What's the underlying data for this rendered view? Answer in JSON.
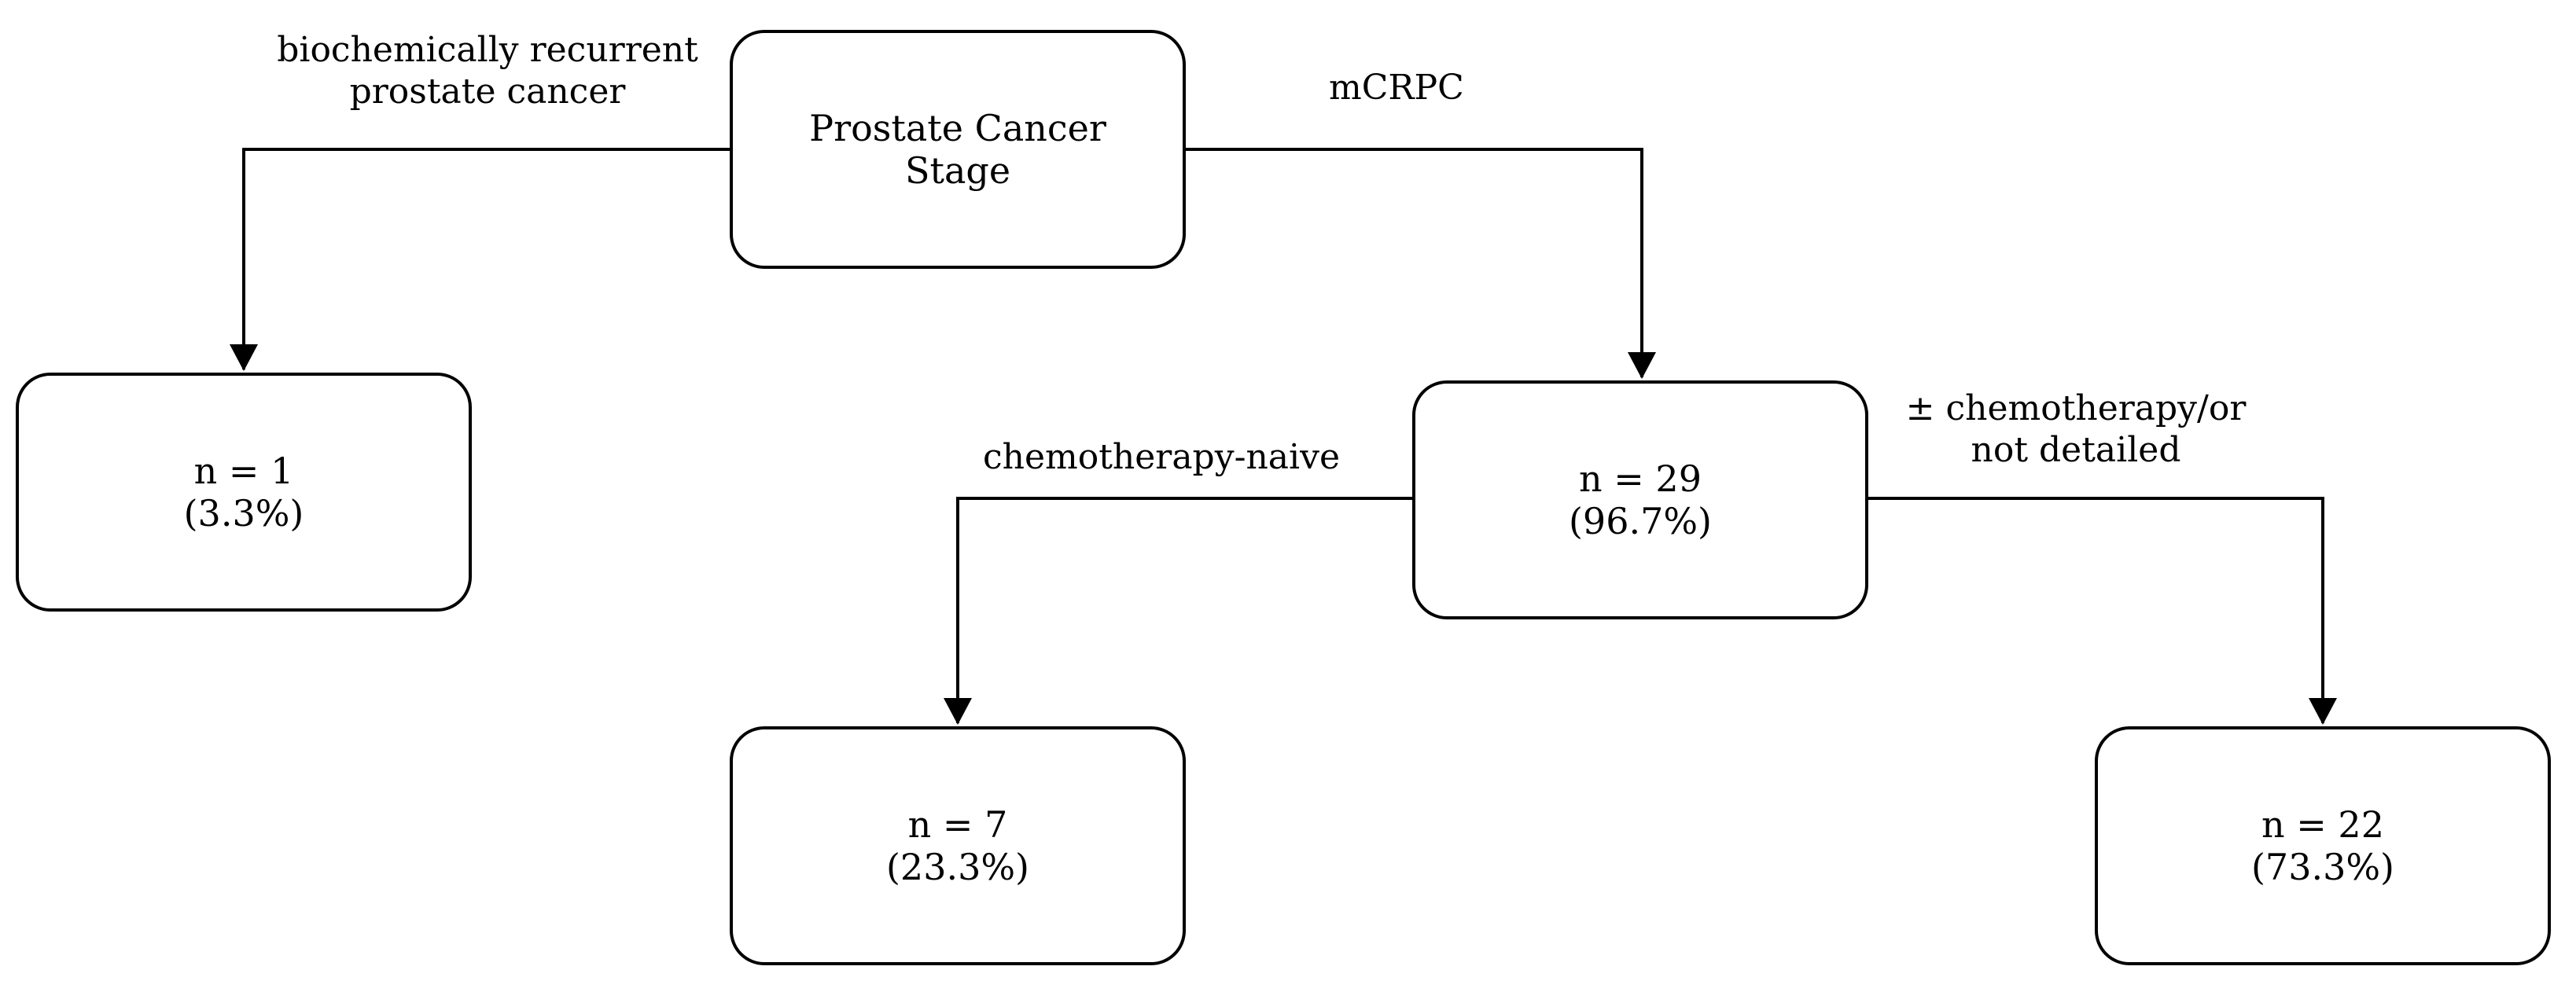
{
  "nodes": {
    "root": {
      "line1": "Prostate Cancer",
      "line2": "Stage"
    },
    "left": {
      "line1": "n = 1",
      "line2": "(3.3%)"
    },
    "right": {
      "line1": "n = 29",
      "line2": "(96.7%)"
    },
    "bottom_left": {
      "line1": "n = 7",
      "line2": "(23.3%)"
    },
    "bottom_right": {
      "line1": "n = 22",
      "line2": "(73.3%)"
    }
  },
  "edges": {
    "root_to_left": {
      "line1": "biochemically recurrent",
      "line2": "prostate cancer"
    },
    "root_to_right": {
      "line1": "mCRPC"
    },
    "right_to_bottom_left": {
      "line1": "chemotherapy-naive"
    },
    "right_to_bottom_right": {
      "line1": "± chemotherapy/or",
      "line2": "not detailed"
    }
  }
}
